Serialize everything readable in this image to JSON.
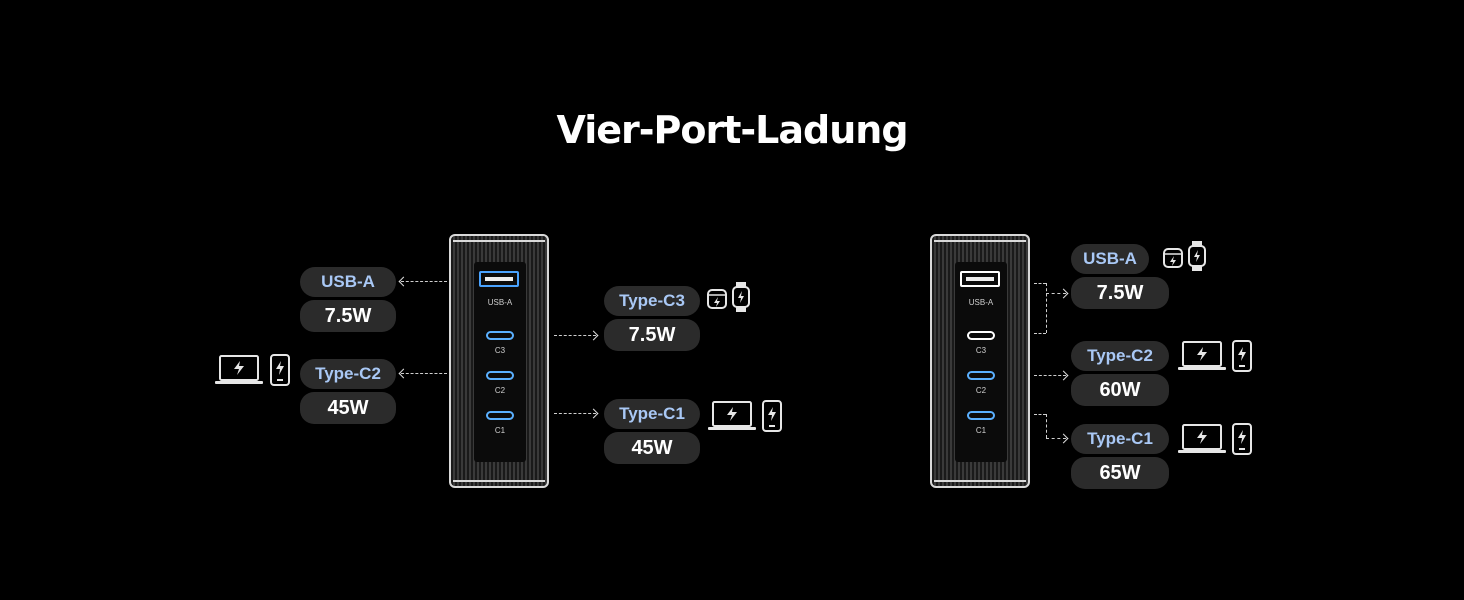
{
  "title": "Vier-Port-Ladung",
  "charger_labels": {
    "usb_a": "USB-A",
    "c3": "C3",
    "c2": "C2",
    "c1": "C1"
  },
  "left": {
    "usb_a": {
      "label": "USB-A",
      "watt": "7.5W"
    },
    "type_c2": {
      "label": "Type-C2",
      "watt": "45W"
    },
    "type_c3": {
      "label": "Type-C3",
      "watt": "7.5W"
    },
    "type_c1": {
      "label": "Type-C1",
      "watt": "45W"
    }
  },
  "right": {
    "usb_a": {
      "label": "USB-A",
      "watt": "7.5W"
    },
    "type_c2": {
      "label": "Type-C2",
      "watt": "60W"
    },
    "type_c1": {
      "label": "Type-C1",
      "watt": "65W"
    }
  },
  "colors": {
    "label_text": "#a9c8f5",
    "pill_bg": "#2b2b2b",
    "port_blue": "#5ab0ff"
  },
  "icons": [
    "laptop-icon",
    "phone-icon",
    "earbuds-case-icon",
    "smartwatch-icon"
  ]
}
